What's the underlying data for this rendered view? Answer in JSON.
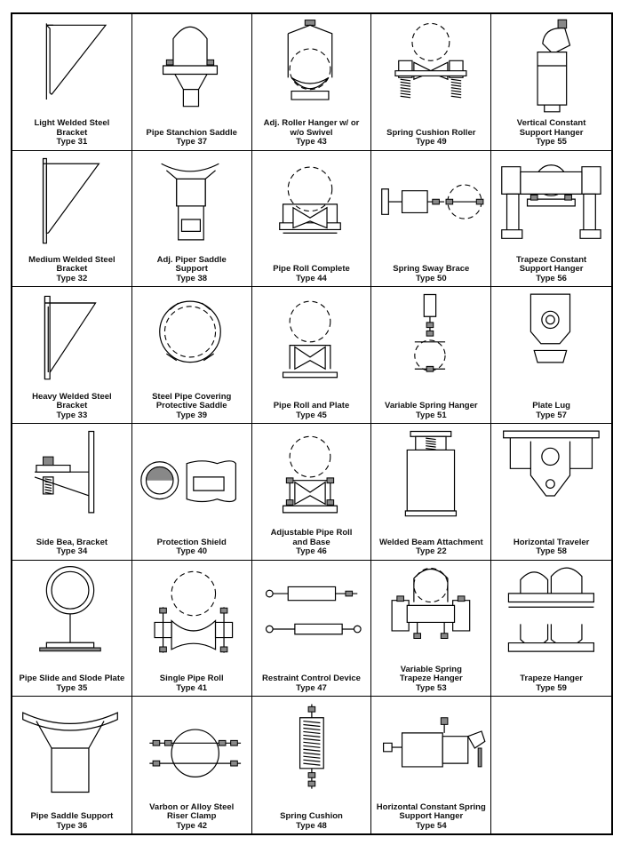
{
  "items": [
    {
      "art": "light-bracket-icon",
      "lines": [
        "Light Welded Steel",
        "Bracket",
        "Type 31"
      ]
    },
    {
      "art": "pipe-stanchion-saddle-icon",
      "lines": [
        "Pipe Stanchion Saddle",
        "Type 37"
      ]
    },
    {
      "art": "roller-hanger-icon",
      "lines": [
        "Adj. Roller Hanger w/ or",
        "w/o Swivel",
        "Type 43"
      ]
    },
    {
      "art": "spring-cushion-roller-icon",
      "lines": [
        "Spring Cushion Roller",
        "Type 49"
      ]
    },
    {
      "art": "vertical-constant-hanger-icon",
      "lines": [
        "Vertical Constant",
        "Support Hanger",
        "Type 55"
      ]
    },
    {
      "art": "medium-bracket-icon",
      "lines": [
        "Medium Welded Steel",
        "Bracket",
        "Type 32"
      ]
    },
    {
      "art": "adj-piper-saddle-icon",
      "lines": [
        "Adj. Piper Saddle",
        "Support",
        "Type 38"
      ]
    },
    {
      "art": "pipe-roll-complete-icon",
      "lines": [
        "Pipe Roll Complete",
        "Type 44"
      ]
    },
    {
      "art": "spring-sway-brace-icon",
      "lines": [
        "Spring Sway Brace",
        "Type 50"
      ]
    },
    {
      "art": "trapeze-constant-hanger-icon",
      "lines": [
        "Trapeze Constant",
        "Support Hanger",
        "Type 56"
      ]
    },
    {
      "art": "heavy-bracket-icon",
      "lines": [
        "Heavy Welded Steel",
        "Bracket",
        "Type 33"
      ]
    },
    {
      "art": "protective-saddle-icon",
      "lines": [
        "Steel Pipe Covering",
        "Protective Saddle",
        "Type 39"
      ]
    },
    {
      "art": "pipe-roll-plate-icon",
      "lines": [
        "Pipe Roll and Plate",
        "Type 45"
      ]
    },
    {
      "art": "variable-spring-hanger-icon",
      "lines": [
        "Variable Spring Hanger",
        "Type 51"
      ]
    },
    {
      "art": "plate-lug-icon",
      "lines": [
        "Plate Lug",
        "Type 57"
      ]
    },
    {
      "art": "side-bracket-icon",
      "lines": [
        "Side Bea, Bracket",
        "Type 34"
      ]
    },
    {
      "art": "protection-shield-icon",
      "lines": [
        "Protection Shield",
        "Type 40"
      ]
    },
    {
      "art": "adjustable-pipe-roll-base-icon",
      "lines": [
        "Adjustable Pipe Roll",
        "and Base",
        "Type 46"
      ]
    },
    {
      "art": "welded-beam-attachment-icon",
      "lines": [
        "Welded Beam Attachment",
        "Type 22"
      ]
    },
    {
      "art": "horizontal-traveler-icon",
      "lines": [
        "Horizontal Traveler",
        "Type 58"
      ]
    },
    {
      "art": "pipe-slide-plate-icon",
      "lines": [
        "Pipe Slide and Slode Plate",
        "Type 35"
      ]
    },
    {
      "art": "single-pipe-roll-icon",
      "lines": [
        "Single Pipe Roll",
        "Type 41"
      ]
    },
    {
      "art": "restraint-control-device-icon",
      "lines": [
        "Restraint Control Device",
        "Type 47"
      ]
    },
    {
      "art": "variable-spring-trapeze-icon",
      "lines": [
        "Variable Spring",
        "Trapeze Hanger",
        "Type 53"
      ]
    },
    {
      "art": "trapeze-hanger-icon",
      "lines": [
        "Trapeze Hanger",
        "Type 59"
      ]
    },
    {
      "art": "pipe-saddle-support-icon",
      "lines": [
        "Pipe Saddle Support",
        "Type 36"
      ]
    },
    {
      "art": "riser-clamp-icon",
      "lines": [
        "Varbon or Alloy Steel",
        "Riser Clamp",
        "Type 42"
      ]
    },
    {
      "art": "spring-cushion-icon",
      "lines": [
        "Spring Cushion",
        "Type 48"
      ]
    },
    {
      "art": "horizontal-constant-hanger-icon",
      "lines": [
        "Horizontal Constant Spring",
        "Support Hanger",
        "Type 54"
      ]
    },
    {
      "art": "empty-cell",
      "lines": []
    }
  ]
}
